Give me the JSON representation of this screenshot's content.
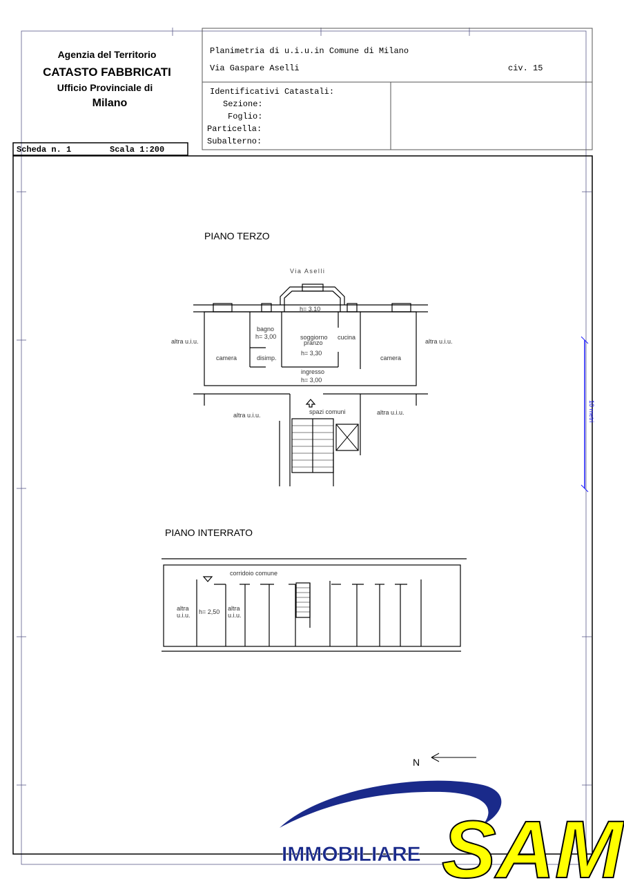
{
  "header": {
    "agency": "Agenzia del Territorio",
    "catasto": "CATASTO FABBRICATI",
    "office": "Ufficio Provinciale di",
    "city": "Milano",
    "scheda": "Scheda n. 1",
    "scala": "Scala 1:200",
    "planimetria": "Planimetria di u.i.u.in Comune di Milano",
    "address": "Via Gaspare Aselli",
    "civ": "civ. 15",
    "identificativi": "Identificativi Catastali:",
    "sezione": "Sezione:",
    "foglio": "Foglio:",
    "particella": "Particella:",
    "subalterno": "Subalterno:"
  },
  "plan_terzo": {
    "title": "PIANO TERZO",
    "street": "Via Aselli",
    "h_310": "h= 3,10",
    "bagno": "bagno",
    "h_bagno": "h= 3,00",
    "soggiorno": "soggiorno",
    "pranzo": "pranzo",
    "h_soggiorno": "h= 3,30",
    "cucina": "cucina",
    "camera_left": "camera",
    "camera_right": "camera",
    "disimp": "disimp.",
    "ingresso": "ingresso",
    "h_ingresso": "h= 3,00",
    "altra_left": "altra u.i.u.",
    "altra_right": "altra u.i.u.",
    "altra_bottom_left": "altra u.i.u.",
    "altra_bottom_right": "altra u.i.u.",
    "spazi_comuni": "spazi comuni"
  },
  "plan_interrato": {
    "title": "PIANO INTERRATO",
    "corridoio": "corridoio comune",
    "altra1a": "altra",
    "altra1b": "u.i.u.",
    "h": "h= 2,50",
    "altra2a": "altra",
    "altra2b": "u.i.u."
  },
  "scale_bar": "10 metri",
  "north": "N",
  "logo": {
    "left": "IMMOBILIARE",
    "right": "SAM",
    "blue": "#1a2a8a",
    "yellow": "#ffff00"
  }
}
